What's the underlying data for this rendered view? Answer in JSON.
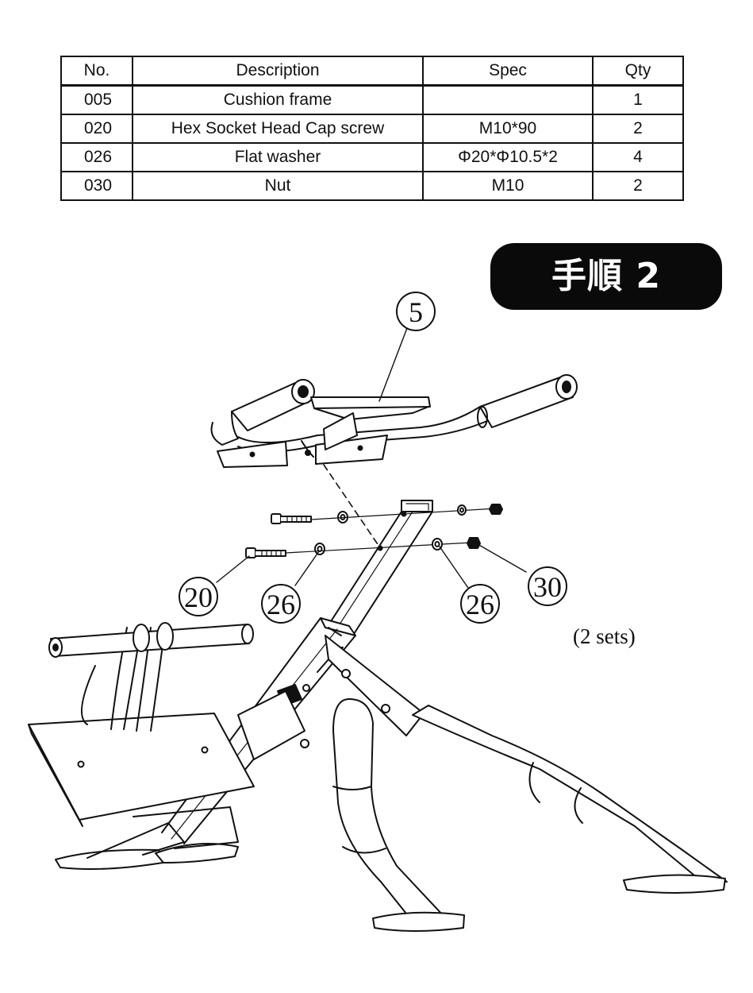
{
  "parts_table": {
    "headers": {
      "no": "No.",
      "description": "Description",
      "spec": "Spec",
      "qty": "Qty"
    },
    "rows": [
      {
        "no": "005",
        "description": "Cushion frame",
        "spec": "",
        "qty": "1"
      },
      {
        "no": "020",
        "description": "Hex Socket Head Cap screw",
        "spec": "M10*90",
        "qty": "2"
      },
      {
        "no": "026",
        "description": "Flat washer",
        "spec": "Φ20*Φ10.5*2",
        "qty": "4"
      },
      {
        "no": "030",
        "description": "Nut",
        "spec": "M10",
        "qty": "2"
      }
    ]
  },
  "step_badge": {
    "label": "手順 2"
  },
  "callouts": {
    "cushion_frame": "5",
    "screw": "20",
    "washer_left": "26",
    "washer_right": "26",
    "nut": "30"
  },
  "sets_note": "(2 sets)"
}
